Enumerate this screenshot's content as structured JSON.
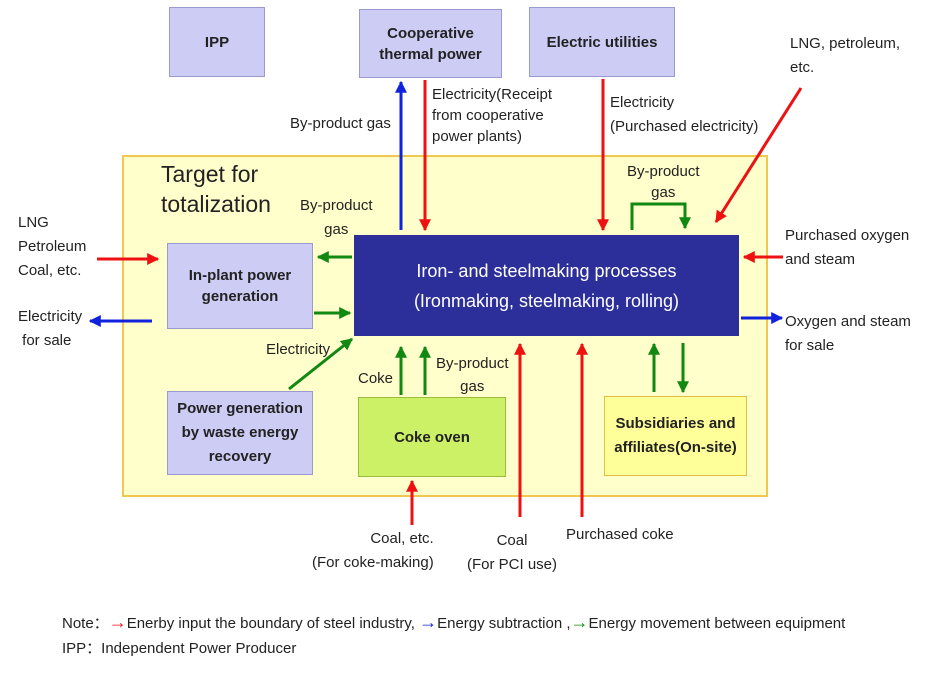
{
  "boxes": {
    "ipp": "IPP",
    "cooperative": "Cooperative\nthermal power",
    "utilities": "Electric utilities",
    "inplant": "In-plant power\ngeneration",
    "waste": "Power generation\nby waste energy\nrecovery",
    "iron": "Iron- and steelmaking processes\n(Ironmaking, steelmaking, rolling)",
    "coke_oven": "Coke oven",
    "subsidiaries": "Subsidiaries and\naffiliates(On-site)"
  },
  "target_title": "Target for\ntotalization",
  "labels": {
    "byproduct_gas_top": "By-product gas",
    "electricity_receipt": "Electricity(Receipt\nfrom cooperative\npower plants)",
    "electricity_purchased": "Electricity\n(Purchased electricity)",
    "lng_petroleum_etc": "LNG, petroleum,\netc.",
    "byproduct_gas_right": "By-product\ngas",
    "byproduct_gas_left": "By-product\ngas",
    "lng_left": "LNG\nPetroleum\nCoal, etc.",
    "electricity_for_sale": "Electricity\n for sale",
    "purchased_oxygen": "Purchased oxygen\nand steam",
    "oxygen_for_sale": "Oxygen and steam\nfor sale",
    "electricity_mid": "Electricity",
    "coke": "Coke",
    "byproduct_gas_coke": "By-product\ngas",
    "coal_coke_making": "Coal, etc.\n(For coke-making)",
    "coal_pci": "Coal\n(For PCI use)",
    "purchased_coke": "Purchased coke"
  },
  "note": {
    "prefix": "Note：",
    "red_text": "Enerby input the boundary of steel industry,",
    "blue_text": "Energy subtraction ,",
    "green_text": "Energy movement between equipment",
    "ipp_line": "IPP：Independent Power Producer",
    "arrow_glyph": "→"
  },
  "colors": {
    "red": "#ee1111",
    "blue": "#1122dd",
    "green": "#118811",
    "lavender": "#ccccf5",
    "navy": "#2c2f9a",
    "lime": "#ccf066",
    "yellow_box": "#ffff99",
    "target_area": "#ffffcc",
    "target_border": "#f0c850"
  }
}
